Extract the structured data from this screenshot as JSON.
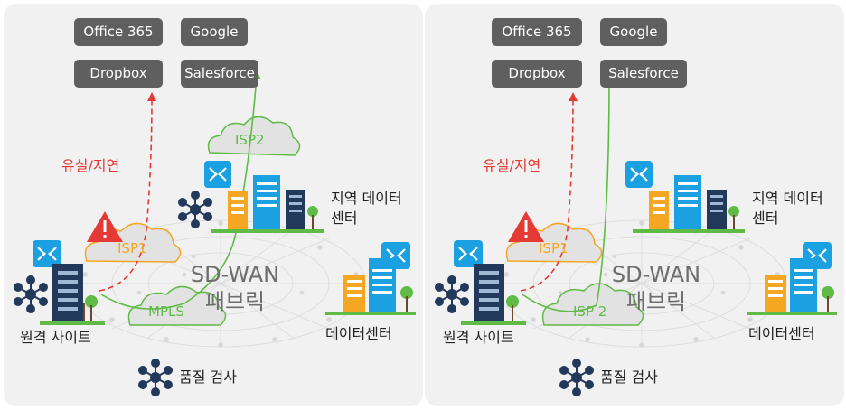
{
  "colors": {
    "panel_bg": "#f1f1f1",
    "service_box": "#5f5f5f",
    "loss_path": "#e53935",
    "good_path": "#5fbb46",
    "isp_cloud_outline": "#f5a623",
    "router_blue": "#1ba0e1",
    "building_orange": "#f5a623",
    "building_navy": "#23395b",
    "warning_red": "#e53935"
  },
  "left": {
    "services": {
      "office365": "Office 365",
      "google": "Google",
      "dropbox": "Dropbox",
      "salesforce": "Salesforce"
    },
    "loss_label": "유실/지연",
    "isp1_label": "ISP1",
    "isp2_label": "ISP2",
    "mpls_label": "MPLS",
    "fabric_line1": "SD-WAN",
    "fabric_line2": "패브릭",
    "remote_site": "원격 사이트",
    "regional_dc_line1": "지역 데이터",
    "regional_dc_line2": "센터",
    "datacenter": "데이터센터",
    "quality_check": "품질 검사"
  },
  "right": {
    "services": {
      "office365": "Office 365",
      "google": "Google",
      "dropbox": "Dropbox",
      "salesforce": "Salesforce"
    },
    "loss_label": "유실/지연",
    "isp1_label": "ISP1",
    "isp2_label": "ISP 2",
    "fabric_line1": "SD-WAN",
    "fabric_line2": "패브릭",
    "remote_site": "원격 사이트",
    "regional_dc_line1": "지역 데이터",
    "regional_dc_line2": "센터",
    "datacenter": "데이터센터",
    "quality_check": "품질 검사"
  }
}
